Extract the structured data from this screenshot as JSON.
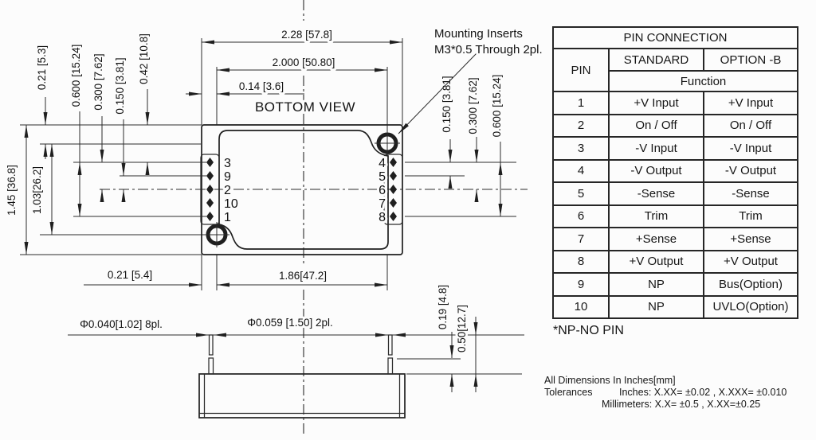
{
  "drawing": {
    "view_label": "BOTTOM VIEW",
    "mounting_note_line1": "Mounting Inserts",
    "mounting_note_line2": "M3*0.5 Through 2pl.",
    "pins_left": [
      "3",
      "9",
      "2",
      "10",
      "1"
    ],
    "pins_right": [
      "4",
      "5",
      "6",
      "7",
      "8"
    ],
    "dims": {
      "width_overall": "2.28 [57.8]",
      "width_inserts": "2.000 [50.80]",
      "edge_to_pin": "0.14 [3.6]",
      "left_0_21": "0.21 [5.3]",
      "left_0_600": "0.600 [15.24]",
      "left_0_300": "0.300 [7.62]",
      "left_0_150": "0.150 [3.81]",
      "left_0_42": "0.42 [10.8]",
      "height_overall": "1.45 [36.8]",
      "height_inserts": "1.03[26.2]",
      "right_0_150": "0.150 [3.81]",
      "right_0_300": "0.300 [7.62]",
      "right_0_600": "0.600 [15.24]",
      "bottom_0_21": "0.21 [5.4]",
      "bottom_1_86": "1.86[47.2]",
      "pin_standoff": "0.19 [4.8]",
      "pin_length": "0.50[12.7]",
      "pin_dia_small": "Φ0.040[1.02] 8pl.",
      "pin_dia_large": "Φ0.059 [1.50] 2pl."
    }
  },
  "table": {
    "title": "PIN CONNECTION",
    "col_pin": "PIN",
    "col_standard": "STANDARD",
    "col_option": "OPTION -B",
    "function_label": "Function",
    "rows": [
      {
        "pin": "1",
        "standard": "+V Input",
        "option_b": "+V Input"
      },
      {
        "pin": "2",
        "standard": "On / Off",
        "option_b": "On / Off"
      },
      {
        "pin": "3",
        "standard": "-V Input",
        "option_b": "-V Input"
      },
      {
        "pin": "4",
        "standard": "-V Output",
        "option_b": "-V Output"
      },
      {
        "pin": "5",
        "standard": "-Sense",
        "option_b": "-Sense"
      },
      {
        "pin": "6",
        "standard": "Trim",
        "option_b": "Trim"
      },
      {
        "pin": "7",
        "standard": "+Sense",
        "option_b": "+Sense"
      },
      {
        "pin": "8",
        "standard": "+V Output",
        "option_b": "+V Output"
      },
      {
        "pin": "9",
        "standard": "NP",
        "option_b": "Bus(Option)"
      },
      {
        "pin": "10",
        "standard": "NP",
        "option_b": "UVLO(Option)"
      }
    ],
    "footnote": "*NP-NO PIN"
  },
  "notes": {
    "line1": "All Dimensions In Inches[mm]",
    "tolerances_label": "Tolerances",
    "inches": "Inches: X.XX= ±0.02 , X.XXX= ±0.010",
    "millimeters": "Millimeters: X.X= ±0.5 , X.XX=±0.25"
  }
}
